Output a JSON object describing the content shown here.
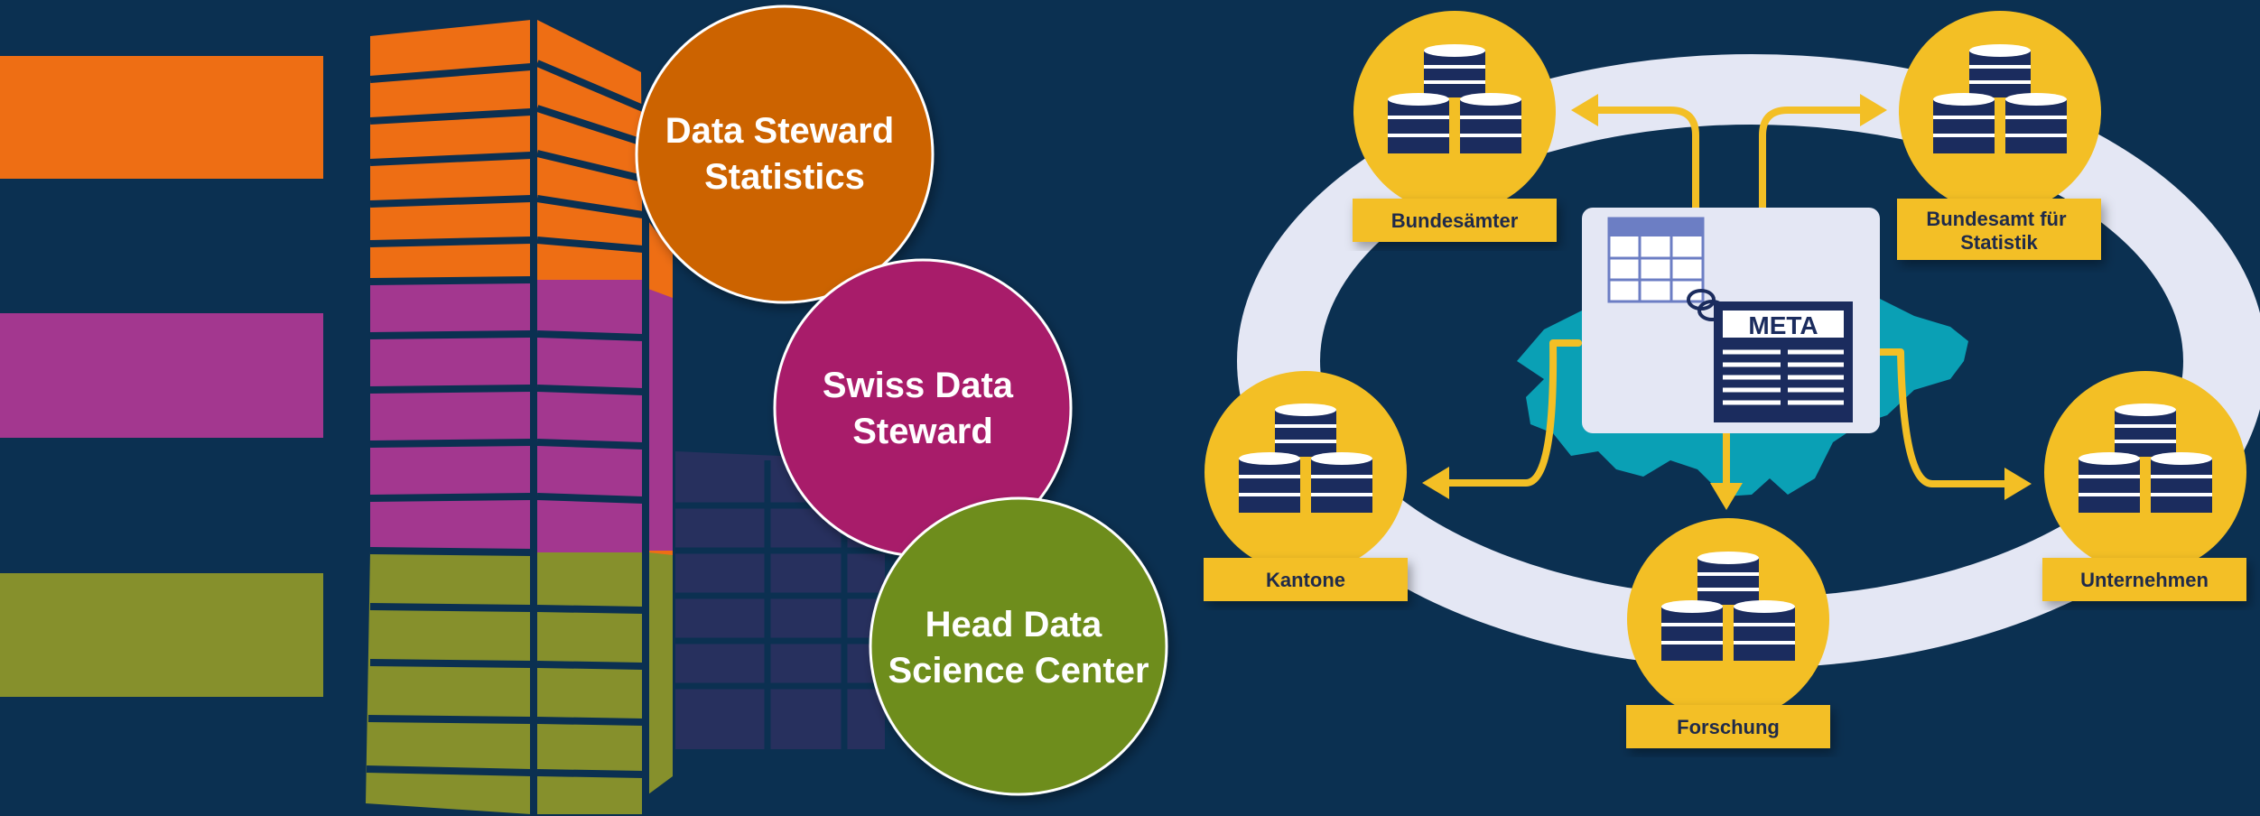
{
  "roles": [
    {
      "label_lines": [
        "Data Steward",
        "Statistics"
      ],
      "color": "#cc6300"
    },
    {
      "label_lines": [
        "Swiss Data",
        "Steward"
      ],
      "color": "#a81f6b"
    },
    {
      "label_lines": [
        "Head Data",
        "Science Center"
      ],
      "color": "#6e8d1e"
    }
  ],
  "band_colors": [
    "#ee6e14",
    "#a3378f",
    "#86902c"
  ],
  "network": {
    "center_label": "META",
    "nodes": [
      {
        "label_lines": [
          "Bundesämter"
        ]
      },
      {
        "label_lines": [
          "Bundesamt für",
          "Statistik"
        ]
      },
      {
        "label_lines": [
          "Kantone"
        ]
      },
      {
        "label_lines": [
          "Forschung"
        ]
      },
      {
        "label_lines": [
          "Unternehmen"
        ]
      }
    ]
  },
  "colors": {
    "background": "#0b3051",
    "node_yellow": "#f3bf25",
    "db_navy": "#1b2c5e",
    "ring": "#e4e7f4",
    "map_teal": "#0aa0b5"
  }
}
